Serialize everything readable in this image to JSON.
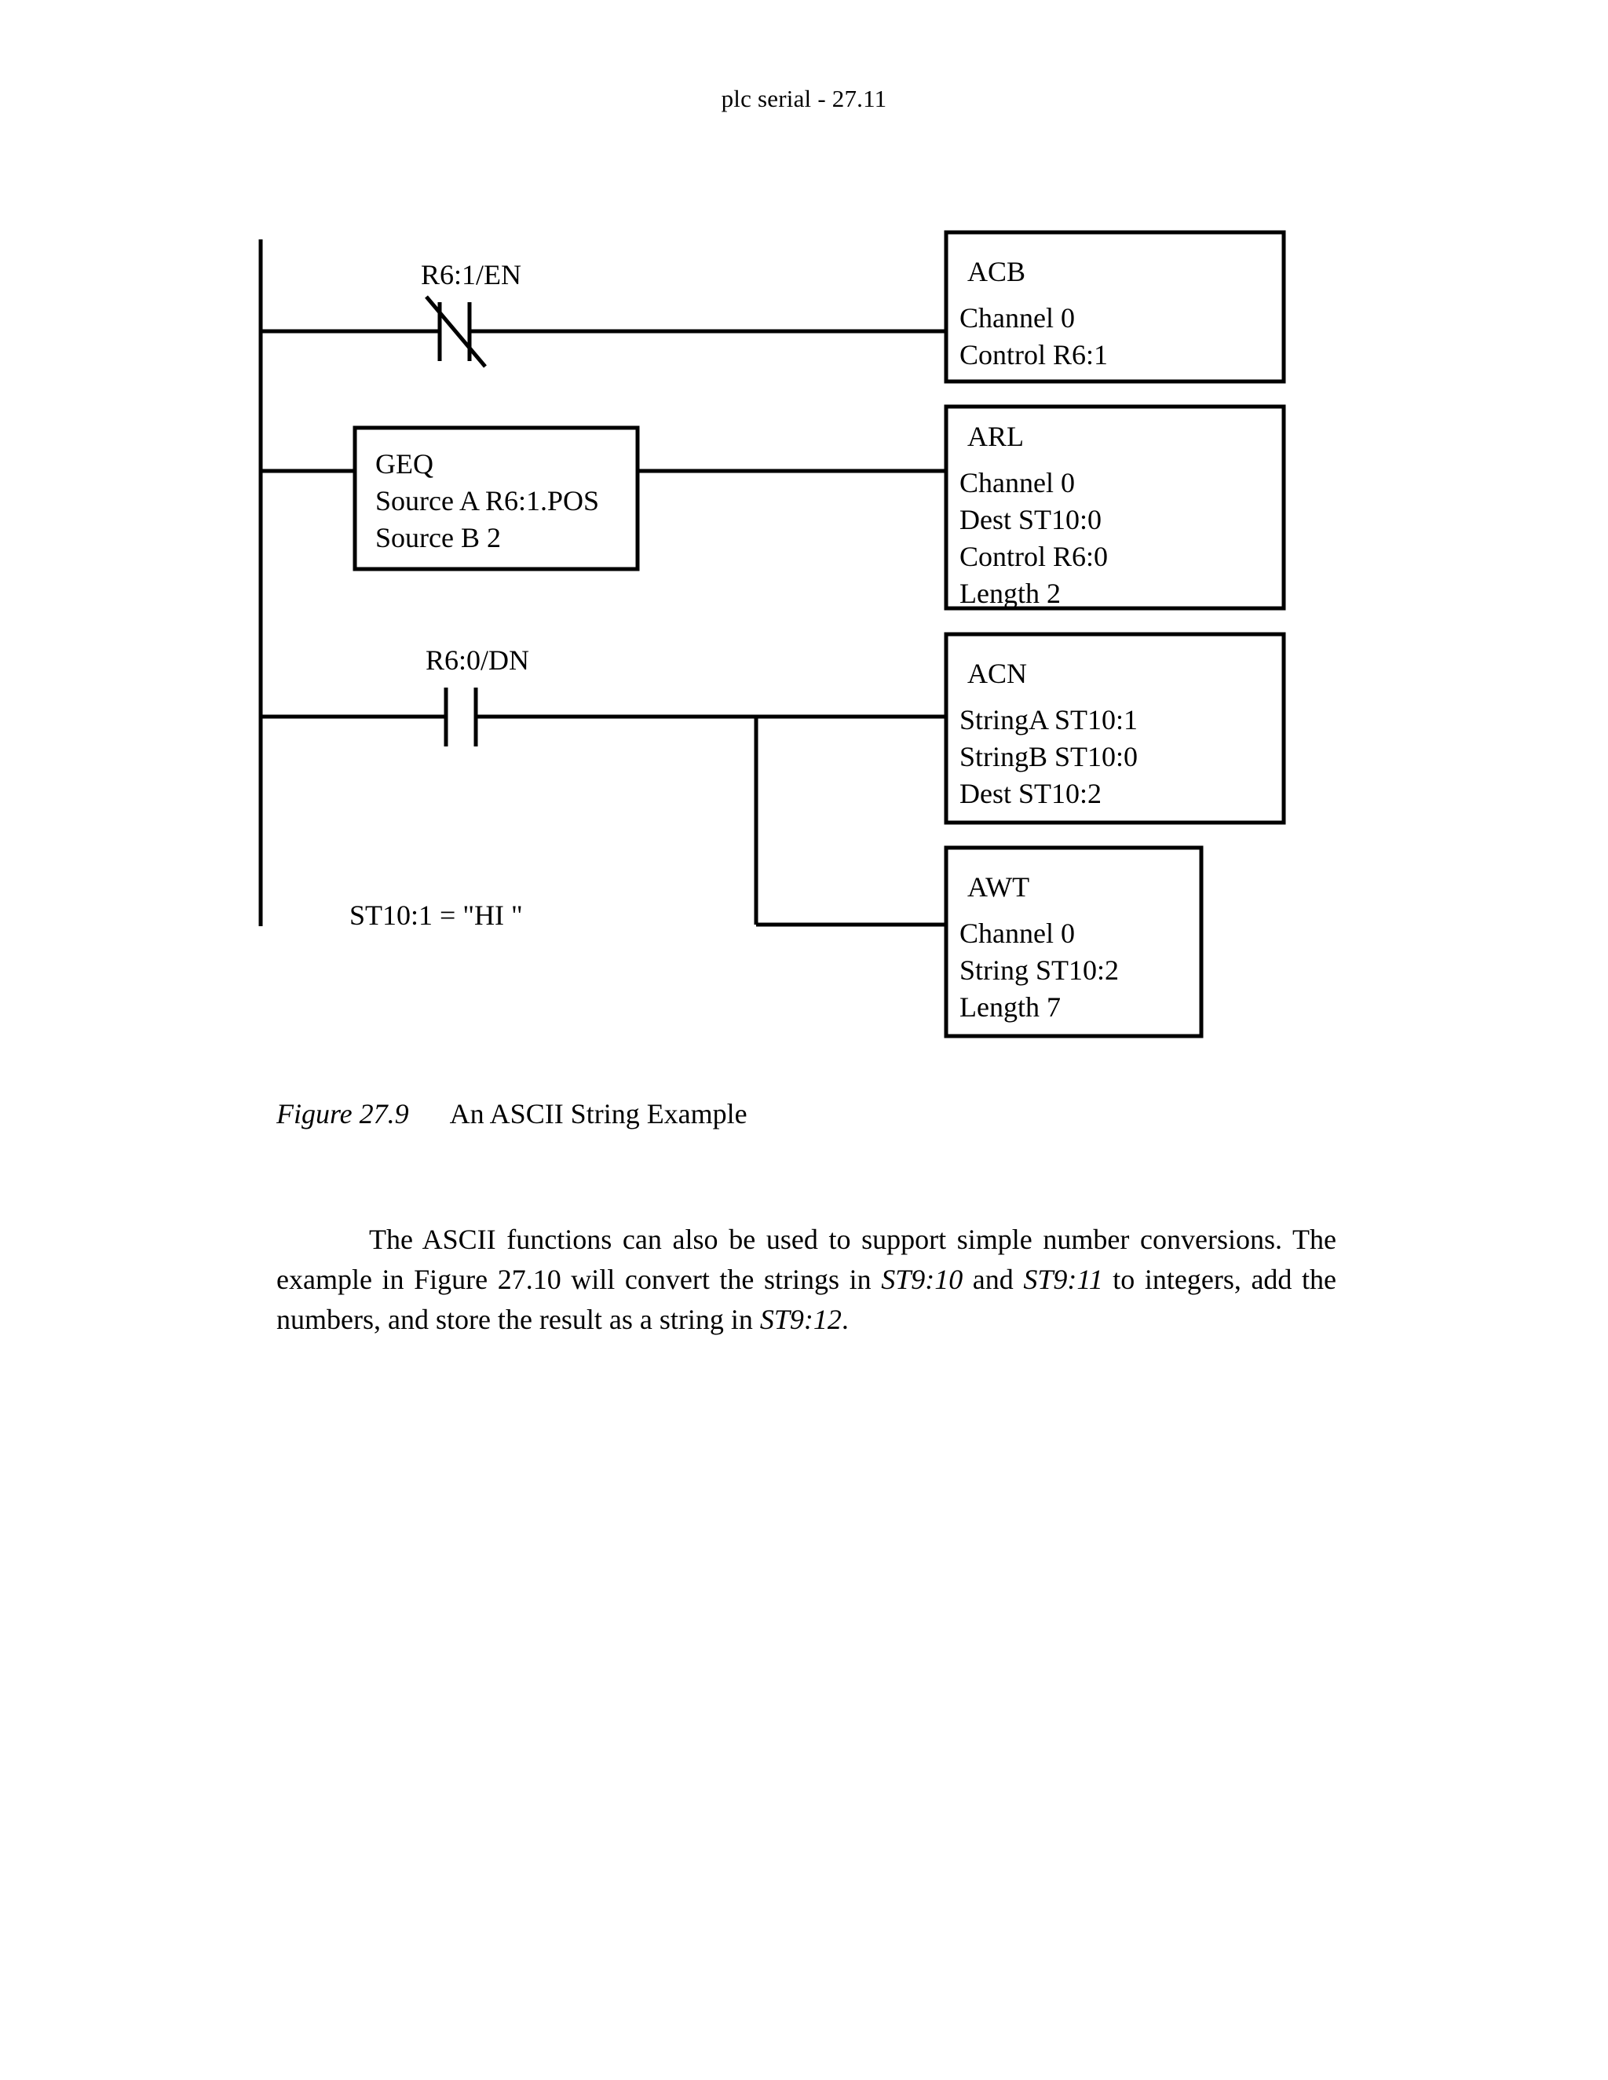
{
  "header": {
    "running_head": "plc serial - 27.11"
  },
  "figure": {
    "rungs": [
      {
        "contact_label": "R6:1/EN",
        "contact_type": "normally-closed"
      },
      {
        "contact_label": "",
        "contact_type": "compare-block"
      },
      {
        "contact_label": "R6:0/DN",
        "contact_type": "normally-open"
      }
    ],
    "compare_block": {
      "title": "GEQ",
      "lines": [
        "Source A R6:1.POS",
        "Source B 2"
      ]
    },
    "output_blocks": [
      {
        "title": "ACB",
        "lines": [
          "Channel 0",
          "Control R6:1"
        ]
      },
      {
        "title": "ARL",
        "lines": [
          "Channel 0",
          "Dest ST10:0",
          "Control R6:0",
          "Length 2"
        ]
      },
      {
        "title": "ACN",
        "lines": [
          "StringA ST10:1",
          "StringB ST10:0",
          "Dest ST10:2"
        ]
      },
      {
        "title": "AWT",
        "lines": [
          "Channel 0",
          "String ST10:2",
          "Length 7"
        ]
      }
    ],
    "annotation": "ST10:1 = \"HI \""
  },
  "caption": {
    "number": "Figure 27.9",
    "text": "An ASCII String Example"
  },
  "paragraph": {
    "part1": "The ASCII functions can also be used to support simple number conversions. The example in Figure 27.10 will convert the strings in ",
    "em1": "ST9:10",
    "part2": " and ",
    "em2": "ST9:11",
    "part3": " to integers, add the numbers, and store the result as a string in ",
    "em3": "ST9:12",
    "part4": "."
  },
  "style": {
    "ink": "#000000",
    "paper": "#ffffff"
  }
}
